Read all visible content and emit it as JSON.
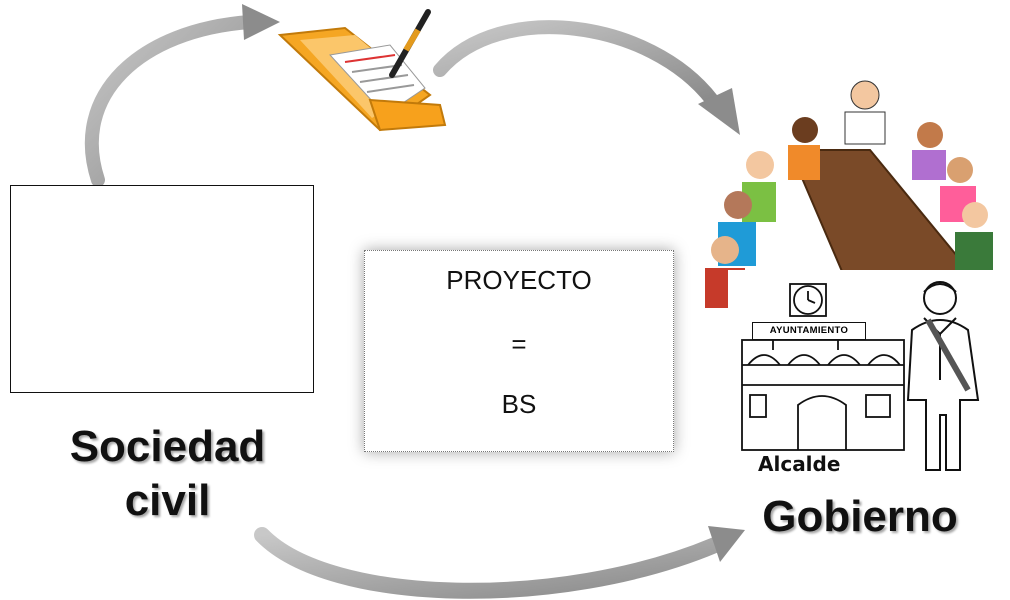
{
  "left_label": {
    "line1": "Sociedad",
    "line2": "civil"
  },
  "right_label": "Gobierno",
  "center_box": {
    "line1": "PROYECTO",
    "line2": "=",
    "line3": "BS"
  },
  "town_hall": {
    "sign": "AYUNTAMIENTO",
    "caption": "Alcalde"
  },
  "colors": {
    "arrow": "#9a9a9a",
    "folder": "#f5a623",
    "frame": "#111111"
  },
  "icons": [
    "people-group-icon",
    "folder-document-icon",
    "pen-icon",
    "meeting-table-icon",
    "town-hall-icon",
    "mayor-icon",
    "cycle-arrow-icon"
  ]
}
